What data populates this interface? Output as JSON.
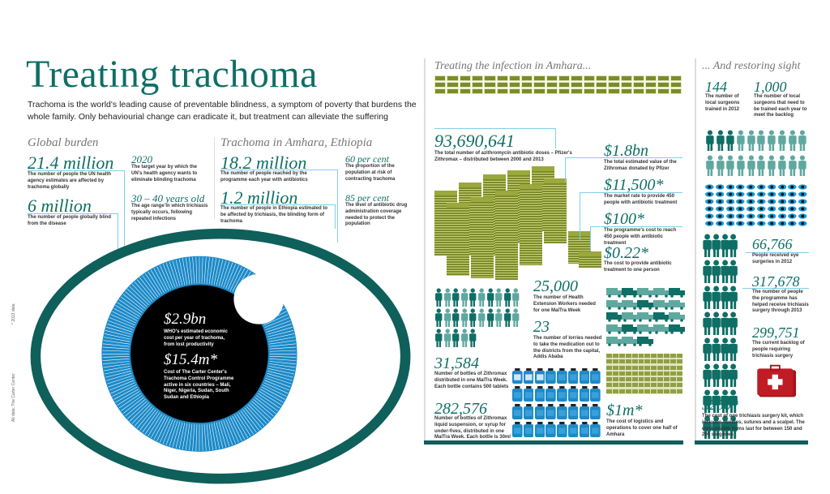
{
  "title": "Treating trachoma",
  "intro": "Trachoma is the world's leading cause of preventable blindness, a symptom of poverty that burdens the whole family. Only behaviourial change can eradicate it, but treatment can alleviate the suffering",
  "global": {
    "heading": "Global burden",
    "s1": {
      "value": "21.4 million",
      "text": "The number of people the UN health agency estimates are affected by trachoma globally"
    },
    "s2": {
      "value": "6 million",
      "text": "The number of people globally blind from the disease"
    },
    "s3": {
      "value": "2020",
      "text": "The target year by which the UN's health agency wants to eliminate blinding trachoma"
    },
    "s4": {
      "value": "30 – 40 years old",
      "text": "The age range in which trichiasis typically occurs, following repeated infections"
    }
  },
  "amhara": {
    "heading": "Trachoma in Amhara, Ethiopia",
    "s1": {
      "value": "18.2 million",
      "text": "The number of people reached by the programme each year with antibiotics"
    },
    "s2": {
      "value": "1.2 million",
      "text": "The number of people in Ethiopia estimated to be affected by trichiasis, the blinding form of trachoma"
    },
    "s3": {
      "value": "60 per cent",
      "text": "The proportion of the population at risk of contracting trachoma"
    },
    "s4": {
      "value": "85 per cent",
      "text": "The level of antibiotic drug administration coverage needed to protect the population"
    }
  },
  "eye": {
    "s1": {
      "value": "$2.9bn",
      "text": "WHO's estimated economic cost per year of trachoma, from lost productivity"
    },
    "s2": {
      "value": "$15.4m*",
      "text": "Cost of The Carter Center's Trachoma Control Programme active in six countries – Mali, Niger, Nigeria, Sudan, South Sudan and Ethiopia"
    }
  },
  "footnotes": {
    "data_year": "* 2013 data",
    "source": "All data: The Carter Center"
  },
  "infection": {
    "heading": "Treating the infection in Amhara...",
    "doses": {
      "value": "93,690,641",
      "text": "The total number of azithromycin antibiotic doses – Pfizer's Zithromax – distributed between 2000 and 2013"
    },
    "value_donated": {
      "value": "$1.8bn",
      "text": "The total estimated value of the Zithromax donated by Pfizer"
    },
    "market": {
      "value": "$11,500*",
      "text": "The market rate to provide 450 people with antibiotic treatment"
    },
    "programme": {
      "value": "$100*",
      "text": "The programme's cost to reach 450 people with antibiotic treatment"
    },
    "per_person": {
      "value": "$0.22*",
      "text": "The cost to provide antibiotic treatment to one person"
    },
    "workers": {
      "value": "25,000",
      "text": "The number of Health Extension Workers needed for one MalTra Week"
    },
    "lorries": {
      "value": "23",
      "text": "The number of lorries needed to take the medication out to the districts from the capital, Addis Ababa"
    },
    "bottles": {
      "value": "31,584",
      "text": "Number of bottles of Zithromax distributed in one MalTra Week. Each bottle contains 500 tablets"
    },
    "syrup": {
      "value": "282,576",
      "text": "Number of bottles of Zithromax liquid suspension, or syrup for under-fives, distributed in one MalTra Week. Each bottle is 30ml"
    },
    "logistics": {
      "value": "$1m*",
      "text": "The cost of logistics and operations to cover one half of Amhara"
    }
  },
  "sight": {
    "heading": "... And restoring sight",
    "trained": {
      "value": "144",
      "text": "The number of local surgeons trained in 2012"
    },
    "needed": {
      "value": "1,000",
      "text": "The number of local surgeons that need to be trained each year to meet the backlog"
    },
    "surgeries": {
      "value": "66,766",
      "text": "People received eye surgeries in 2012"
    },
    "helped": {
      "value": "317,678",
      "text": "The number of people the programme has helped receive trichiasis surgery through 2013"
    },
    "backlog": {
      "value": "299,751",
      "text": "The current backlog of people requiring trichiasis surgery"
    },
    "kit": {
      "value": "$250*",
      "text": "The cost of one trichiasis surgery kit, which includes needles, sutures and a scalpel. The consumable items last for between 150 and 200 surgeries"
    }
  },
  "colors": {
    "teal": "#0f6e66",
    "light_teal": "#5fa8a0",
    "blue": "#1c8ac8",
    "red": "#a3141e",
    "money": "#7d8c2a"
  }
}
